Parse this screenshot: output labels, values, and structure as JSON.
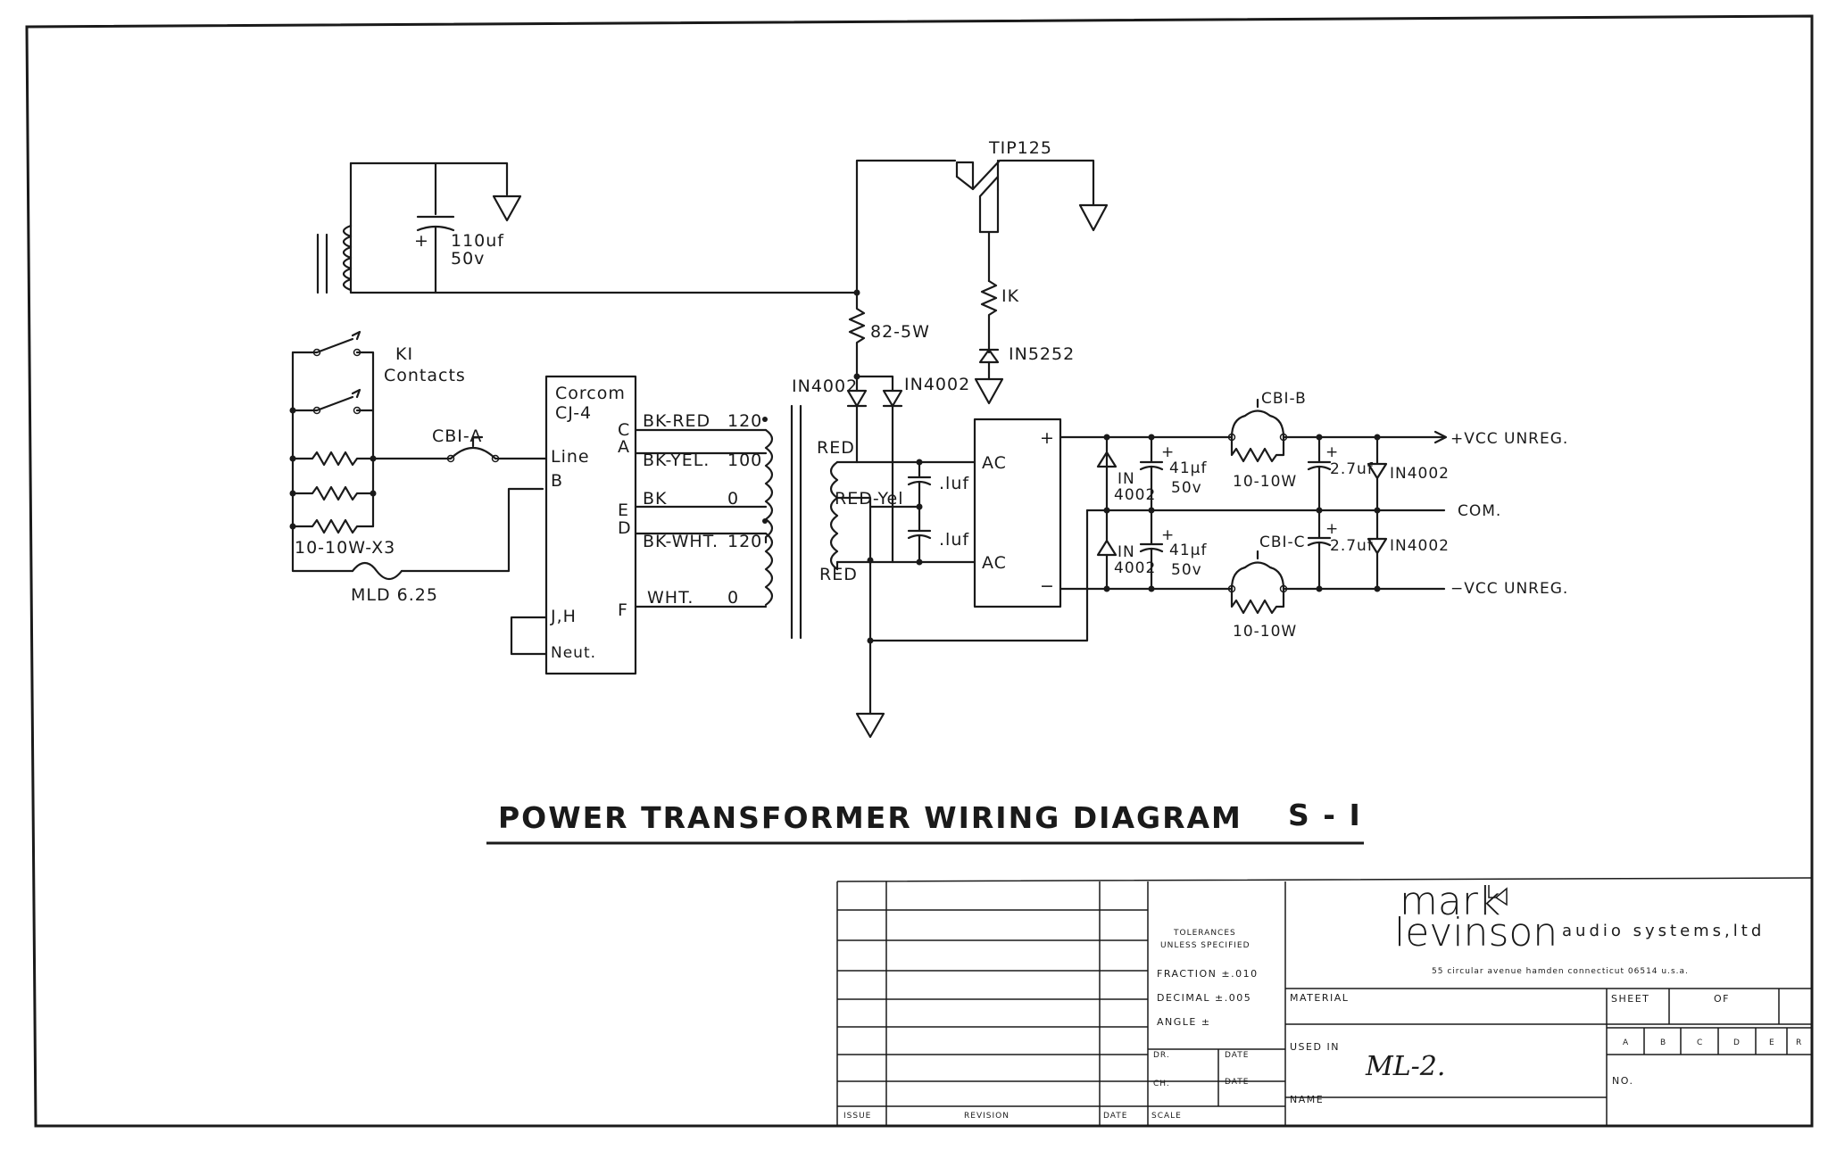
{
  "title": "POWER TRANSFORMER WIRING DIAGRAM",
  "sheet_id": "S - I",
  "components": {
    "cap_110": "110uf",
    "cap_110_v": "50v",
    "transistor": "TIP125",
    "res_1k": "IK",
    "zener": "IN5252",
    "res_82": "82-5W",
    "diode_a": "IN4002",
    "diode_b": "IN4002",
    "k1_line1": "KI",
    "k1_line2": "Contacts",
    "breaker_a": "CBI-A",
    "res_bank": "10-10W-X3",
    "fuse": "MLD 6.25",
    "filter_line1": "Corcom",
    "filter_line2": "CJ-4",
    "pin_line": "Line",
    "pin_b": "B",
    "pin_jh": "J,H",
    "pin_neut": "Neut.",
    "term_c": "C",
    "term_a": "A",
    "term_e": "E",
    "term_d": "D",
    "term_f": "F",
    "wire_bkred": "BK-RED",
    "wire_bkred_v": "120",
    "wire_bkyel": "BK-YEL.",
    "wire_bkyel_v": "100",
    "wire_bk": "BK",
    "wire_bk_v": "0",
    "wire_bkwht": "BK-WHT.",
    "wire_bkwht_v": "120",
    "wire_wht": "WHT.",
    "wire_wht_v": "0",
    "sec_red_top": "RED",
    "sec_redyel": "RED-Yel",
    "sec_red_bot": "RED",
    "cap_1uf_a": ".luf",
    "cap_1uf_b": ".luf",
    "bridge_ac_top": "AC",
    "bridge_ac_bot": "AC",
    "bridge_plus": "+",
    "bridge_minus": "−",
    "diode_in_top_1": "IN",
    "diode_in_top_2": "4002",
    "diode_in_bot_1": "IN",
    "diode_in_bot_2": "4002",
    "cap_41_top": "41µf",
    "cap_41_top_v": "50v",
    "cap_41_bot": "41µf",
    "cap_41_bot_v": "50v",
    "breaker_b": "CBI-B",
    "breaker_c": "CBI-C",
    "res_top": "10-10W",
    "res_bot": "10-10W",
    "cap_27_top": "2.7uf",
    "cap_27_bot": "2.7uf",
    "diode_out_top": "IN4002",
    "diode_out_bot": "IN4002",
    "out_vcc_pos": "+VCC UNREG.",
    "out_com": "COM.",
    "out_vcc_neg": "−VCC UNREG."
  },
  "title_block": {
    "tolerances_1": "TOLERANCES",
    "tolerances_2": "UNLESS SPECIFIED",
    "fraction": "FRACTION  ±.010",
    "decimal": "DECIMAL  ±.005",
    "angle": "ANGLE  ±",
    "dr": "DR.",
    "ch": "CH.",
    "date_1": "DATE",
    "date_2": "DATE",
    "issue": "ISSUE",
    "revision": "REVISION",
    "date_3": "DATE",
    "scale": "SCALE",
    "brand_1": "mark",
    "brand_2": "levinson",
    "brand_sub": "audio systems,ltd",
    "address": "55 circular avenue  hamden  connecticut 06514  u.s.a.",
    "material": "MATERIAL",
    "used_in": "USED IN",
    "used_in_value": "ML-2.",
    "name": "NAME",
    "sheet": "SHEET",
    "of": "OF",
    "no": "NO.",
    "rev_letters": [
      "A",
      "B",
      "C",
      "D",
      "E",
      "R"
    ]
  }
}
